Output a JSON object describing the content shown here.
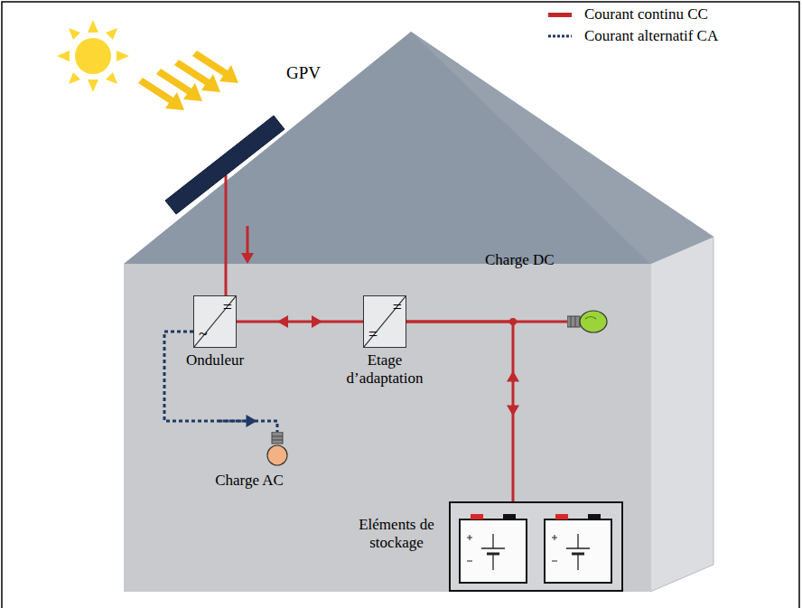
{
  "diagram": {
    "nodes": [
      {
        "text": [
          "GPV"
        ]
      },
      {
        "text": [
          "=",
          "~",
          "Onduleur"
        ]
      },
      {
        "text": [
          "=",
          "=",
          "Etage d’adaptation"
        ]
      },
      {
        "text": [
          "Charge DC"
        ]
      },
      {
        "text": [
          "Charge AC"
        ]
      },
      {
        "text": [
          "Eléments de stockage"
        ]
      }
    ],
    "edges": [
      {
        "from": 0,
        "to": 1,
        "arrow": "to"
      },
      {
        "from": 1,
        "to": 2,
        "arrow": "both"
      },
      {
        "from": 1,
        "to": 4,
        "arrow": "to"
      },
      {
        "from": 2,
        "to": 3,
        "arrow": "none"
      },
      {
        "from": 2,
        "to": 5,
        "arrow": "both"
      }
    ],
    "legend": [
      {
        "text": "Courant continu CC",
        "color": "#c0282d"
      },
      {
        "text": "Courant alternatif CA"
      }
    ]
  }
}
